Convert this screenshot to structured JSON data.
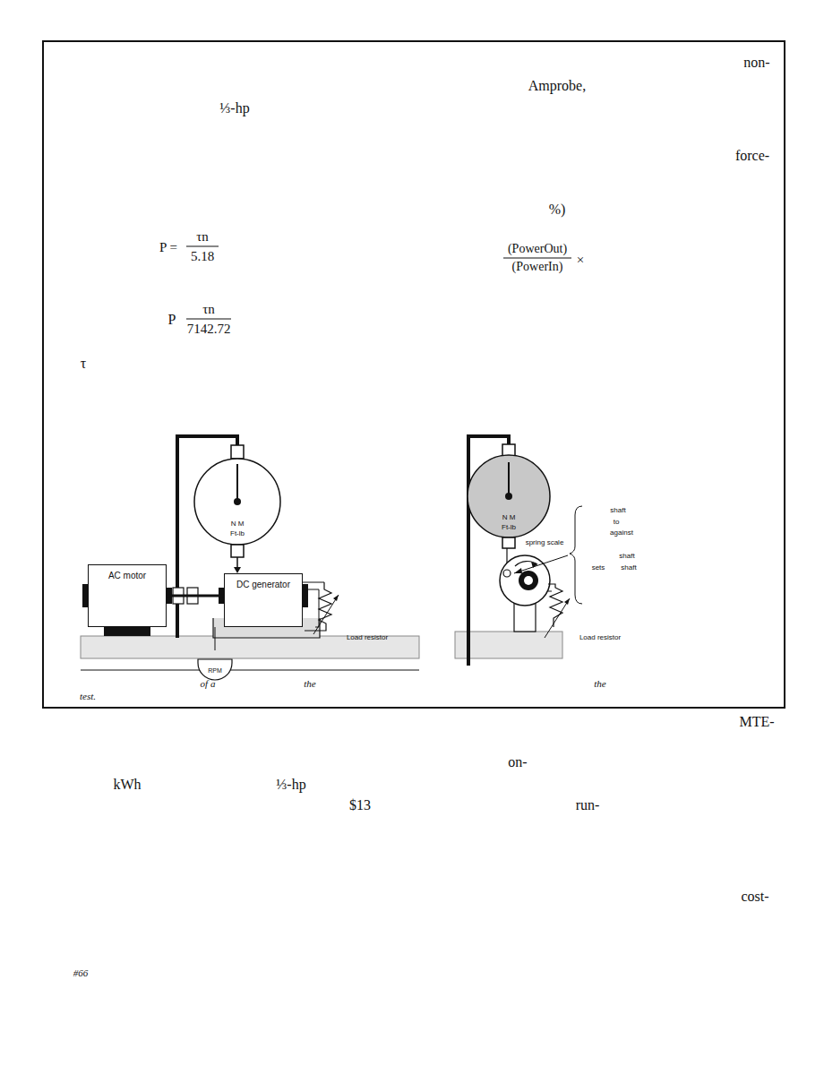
{
  "diagram": {
    "nodes": [
      {
        "text": [
          "AC motor"
        ]
      },
      {
        "text": [
          "DC generator"
        ]
      }
    ],
    "edges": [
      {
        "from": 0,
        "to": 1,
        "arrow": "none"
      }
    ],
    "labels": [
      "non-",
      "Amprobe,",
      "⅓-hp",
      "force-",
      "%)",
      "P =",
      "τn",
      "5.18",
      "(PowerOut)",
      "(PowerIn)",
      "×",
      "P",
      "τn",
      "7142.72",
      "τ",
      "N M",
      "Ft-lb",
      "Load resistor",
      "RPM",
      "of a",
      "the",
      "test.",
      "N M",
      "Ft-lb",
      "shaft",
      "to",
      "against",
      "spring scale",
      "shaft",
      "sets",
      "shaft",
      "Load resistor",
      "the",
      "MTE-",
      "on-",
      "kWh",
      "⅓-hp",
      "run-",
      "$13",
      "cost-",
      "#66"
    ]
  }
}
